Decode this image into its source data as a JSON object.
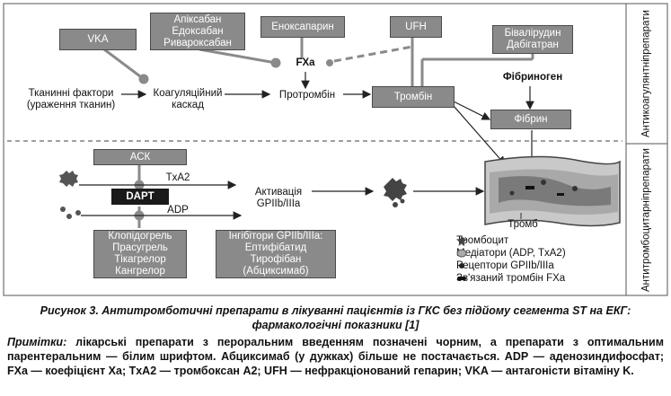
{
  "boxes": {
    "vka": "VKA",
    "xa_inhibitors": [
      "Апіксабан",
      "Едоксабан",
      "Ривароксабан"
    ],
    "enoxaparin": "Еноксапарин",
    "ufh": "UFH",
    "dti": [
      "Бівалірудин",
      "Дабігатран"
    ],
    "thrombin": "Тромбін",
    "fibrin": "Фібрин",
    "ack": "АСК",
    "dapt": "DAPT",
    "p2y12": [
      "Клопідогрель",
      "Прасугрель",
      "Тікагрелор",
      "Кангрелор"
    ],
    "gp_inhibitors": [
      "Інгібітори GPIIb/IIIa:",
      "Ептифібатид",
      "Тирофібан",
      "(Абциксимаб)"
    ]
  },
  "labels": {
    "tissue_factors": [
      "Тканинні фактори",
      "(ураження тканин)"
    ],
    "coag_cascade": [
      "Коагуляційний",
      "каскад"
    ],
    "fxa": "FXa",
    "prothrombin": "Протромбін",
    "fibrinogen": "Фібриноген",
    "txa2": "TxA2",
    "adp": "ADP",
    "activation": [
      "Активація",
      "GPIIb/IIIa"
    ],
    "thrombus": "Тромб"
  },
  "side_labels": {
    "anticoagulant": [
      "Антикоагулянтні",
      "препарати"
    ],
    "antiplatelet": [
      "Антитромбоцитарні",
      "препарати"
    ]
  },
  "legend": [
    {
      "label": "Тромбоцит",
      "icon": "platelet-icon"
    },
    {
      "label": "Медіатори (ADP, TxA2)",
      "icon": "mediator-icon"
    },
    {
      "label": "Рецептори GPIIb/IIIa",
      "icon": "receptor-icon"
    },
    {
      "label": "Зв'язаний тромбін FXa",
      "icon": "bound-thrombin-icon"
    }
  ],
  "caption": "Рисунок 3. Антитромботичні препарати в лікуванні пацієнтів із ГКС без підйому сегмента ST на ЕКГ: фармакологічні показники [1]",
  "notes": {
    "prefix": "Примітки:",
    "text": " лікарські препарати з пероральним введенням позначені чорним, а препарати з оптимальним парентеральним — білим шрифтом. Абциксимаб (у дужках) більше не постачається. ADP — аденозиндифосфат; FXa — коефіцієнт Xa; TxA2 — тромбоксан A2; UFH — нефракціонований гепарин; VKA — антагоністи вітаміну K."
  },
  "colors": {
    "box_gray": "#8a8a8a",
    "box_black": "#1a1a1a",
    "frame": "#555555"
  }
}
